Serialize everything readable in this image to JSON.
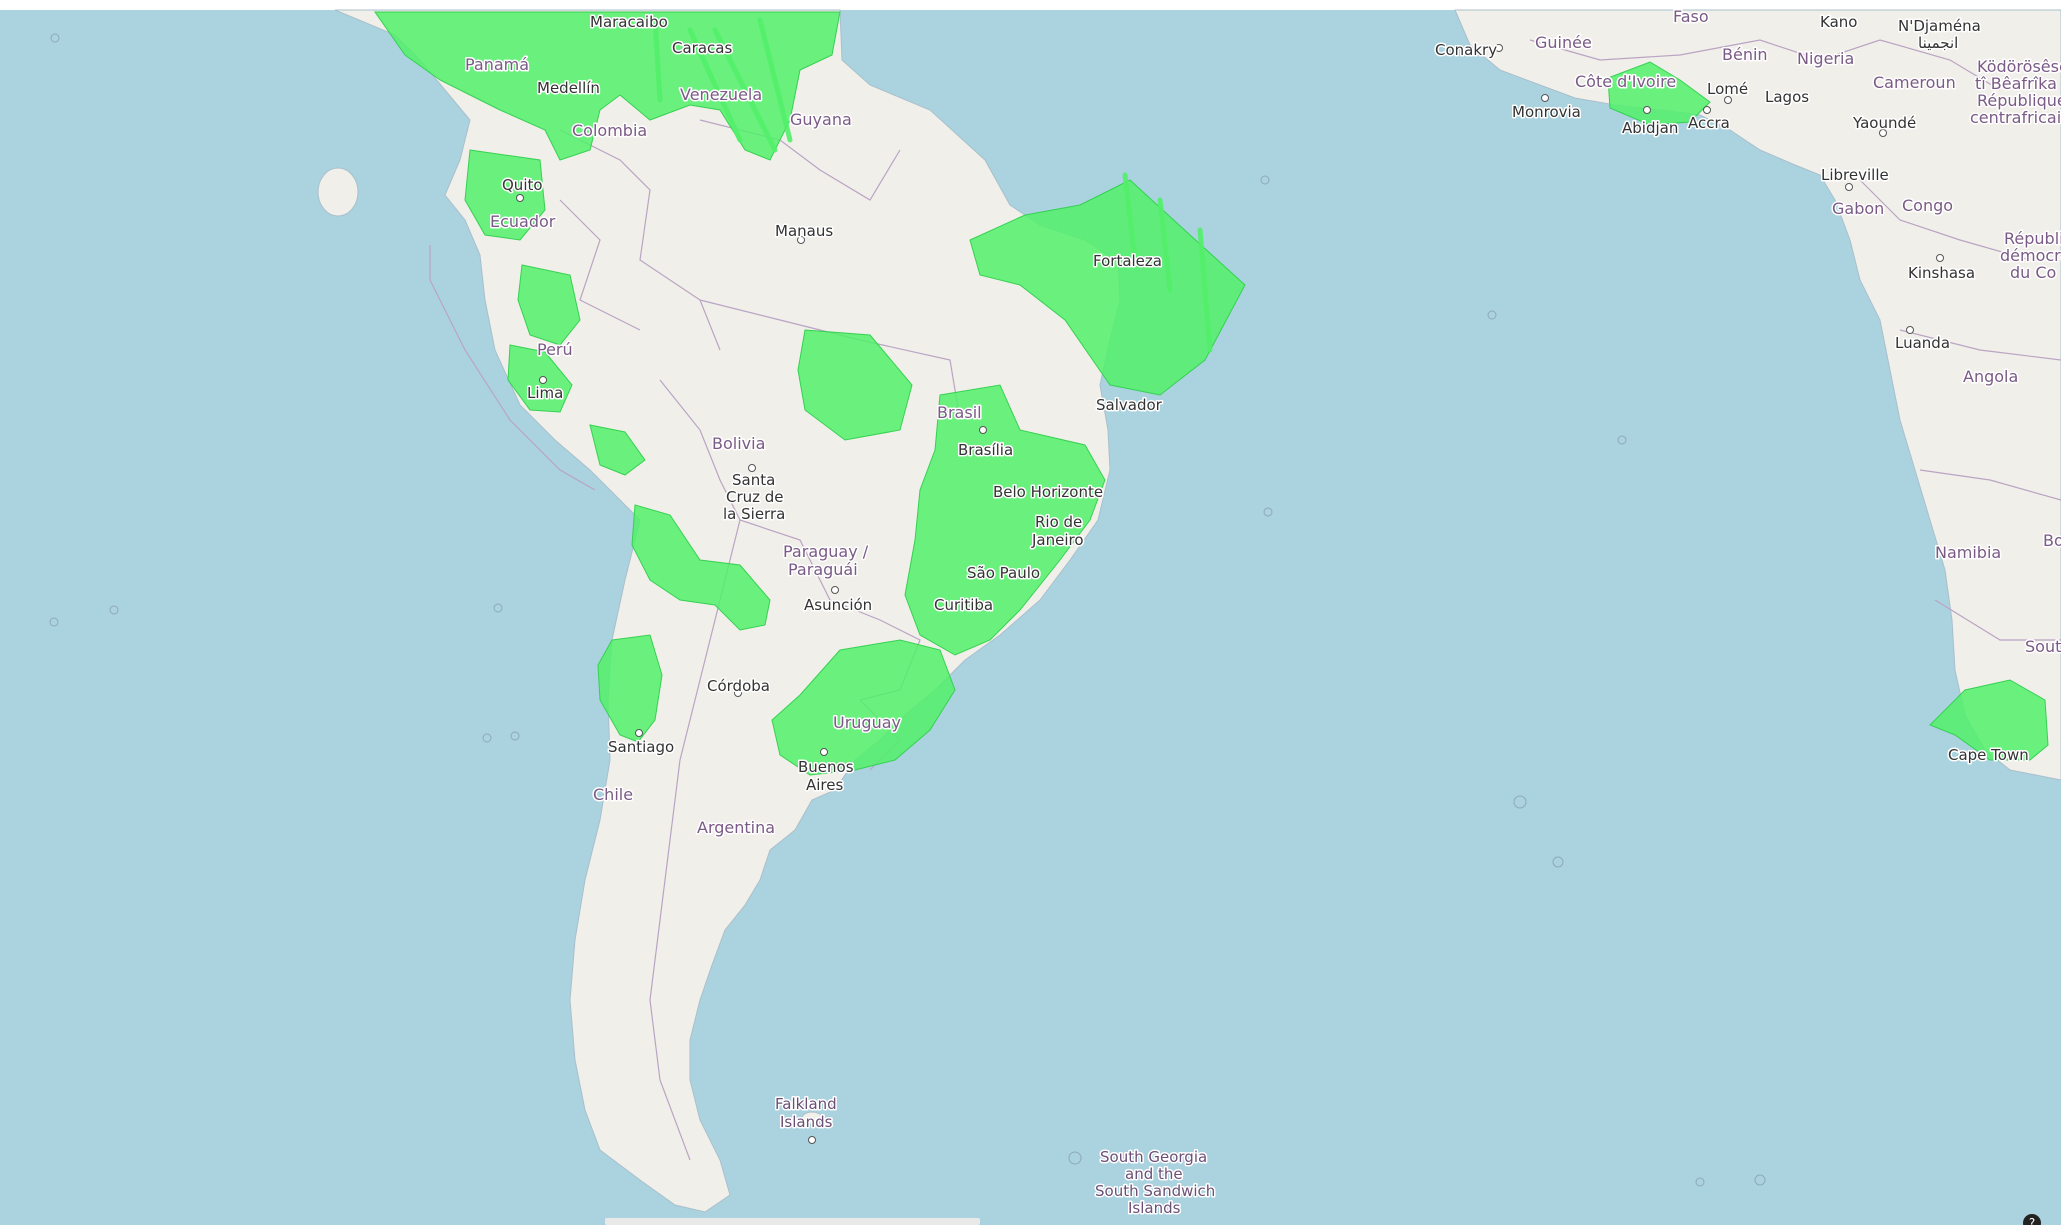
{
  "map": {
    "colors": {
      "ocean": "#aad3df",
      "land": "#f2efe9",
      "coverage": "#52f06a",
      "border": "#b9a4c4"
    },
    "labels": {
      "maracaibo": "Maracaibo",
      "caracas": "Caracas",
      "panama": "Panamá",
      "medellin": "Medellín",
      "venezuela": "Venezuela",
      "guyana": "Guyana",
      "colombia": "Colombia",
      "quito": "Quito",
      "ecuador": "Ecuador",
      "manaus": "Manaus",
      "fortaleza": "Fortaleza",
      "peru": "Perú",
      "lima": "Lima",
      "salvador": "Salvador",
      "brasil": "Brasil",
      "brasilia": "Brasília",
      "bolivia": "Bolivia",
      "santa_cruz_1": "Santa",
      "santa_cruz_2": "Cruz de",
      "santa_cruz_3": "la Sierra",
      "belo_horizonte": "Belo Horizonte",
      "rio_1": "Rio de",
      "rio_2": "Janeiro",
      "paraguay_1": "Paraguay /",
      "paraguay_2": "Paraguái",
      "asuncion": "Asunción",
      "sao_paulo": "São Paulo",
      "curitiba": "Curitiba",
      "cordoba": "Córdoba",
      "uruguay": "Uruguay",
      "santiago": "Santiago",
      "buenos_aires_1": "Buenos",
      "buenos_aires_2": "Aires",
      "chile": "Chile",
      "argentina": "Argentina",
      "falkland_1": "Falkland",
      "falkland_2": "Islands",
      "south_georgia_1": "South Georgia",
      "south_georgia_2": "and the",
      "south_georgia_3": "South Sandwich",
      "south_georgia_4": "Islands",
      "faso": "Faso",
      "kano": "Kano",
      "ndjamena": "N'Djaména",
      "ndjamena_ar": "انجمينا",
      "conakry": "Conakry",
      "guinee": "Guinée",
      "benin": "Bénin",
      "nigeria": "Nigeria",
      "cote_divoire": "Côte d'Ivoire",
      "lome": "Lomé",
      "lagos": "Lagos",
      "cameroun": "Cameroun",
      "car_1": "Ködörösêse",
      "car_2": "tî Bêafrîka",
      "car_3": "République",
      "car_4": "centrafricaine",
      "monrovia": "Monrovia",
      "abidjan": "Abidjan",
      "accra": "Accra",
      "yaounde": "Yaoundé",
      "libreville": "Libreville",
      "gabon": "Gabon",
      "congo": "Congo",
      "rdc_1": "Républi",
      "rdc_2": "démocra",
      "rdc_3": "du Co",
      "kinshasa": "Kinshasa",
      "luanda": "Luanda",
      "angola": "Angola",
      "namibia": "Namibia",
      "bo": "Bo",
      "sout": "Sout",
      "cape_town": "Cape Town"
    }
  }
}
